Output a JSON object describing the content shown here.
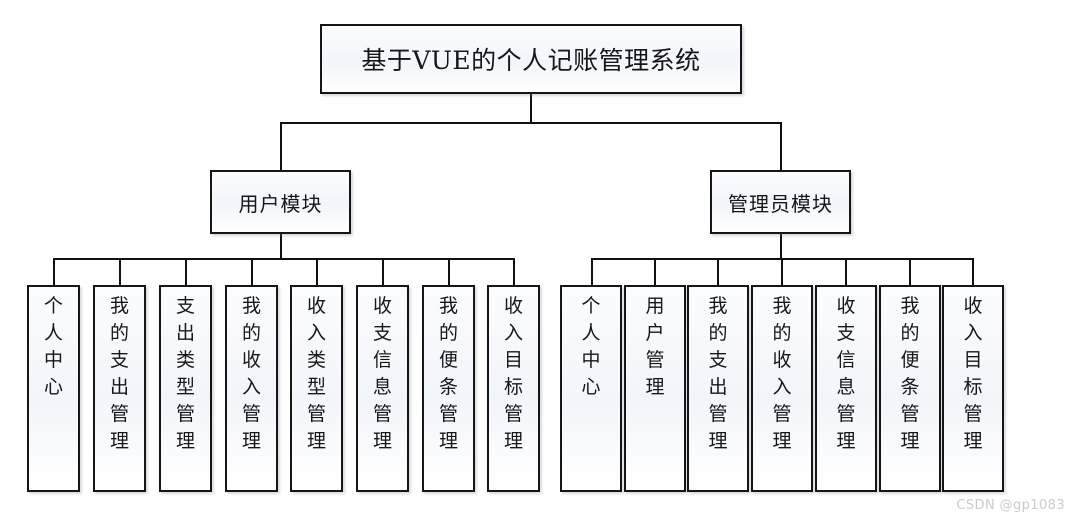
{
  "diagram": {
    "title": "基于VUE的个人记账管理系统",
    "root": {
      "label": "基于VUE的个人记账管理系统"
    },
    "modules": [
      {
        "id": "user-module",
        "label": "用户模块",
        "children": [
          {
            "id": "personal-center",
            "label": "个人中心"
          },
          {
            "id": "my-expense-mgmt",
            "label": "我的支出管理"
          },
          {
            "id": "expense-type-mgmt",
            "label": "支出类型管理"
          },
          {
            "id": "my-income-mgmt",
            "label": "我的收入管理"
          },
          {
            "id": "income-type-mgmt",
            "label": "收入类型管理"
          },
          {
            "id": "income-expense-info",
            "label": "收支信息管理"
          },
          {
            "id": "my-note-mgmt",
            "label": "我的便条管理"
          },
          {
            "id": "income-goal-mgmt",
            "label": "收入目标管理"
          }
        ]
      },
      {
        "id": "admin-module",
        "label": "管理员模块",
        "children": [
          {
            "id": "personal-center-admin",
            "label": "个人中心"
          },
          {
            "id": "user-mgmt",
            "label": "用户管理"
          },
          {
            "id": "my-expense-mgmt-admin",
            "label": "我的支出管理"
          },
          {
            "id": "my-income-mgmt-admin",
            "label": "我的收入管理"
          },
          {
            "id": "income-expense-info-admin",
            "label": "收支信息管理"
          },
          {
            "id": "my-note-mgmt-admin",
            "label": "我的便条管理"
          },
          {
            "id": "income-goal-mgmt-admin",
            "label": "收入目标管理"
          }
        ]
      }
    ],
    "watermark": "CSDN @gp1083",
    "colors": {
      "box_border": "#161616",
      "box_fill": "#f7f9fc",
      "line": "#111114",
      "text": "#17171b",
      "watermark": "#c9cbd0"
    }
  }
}
